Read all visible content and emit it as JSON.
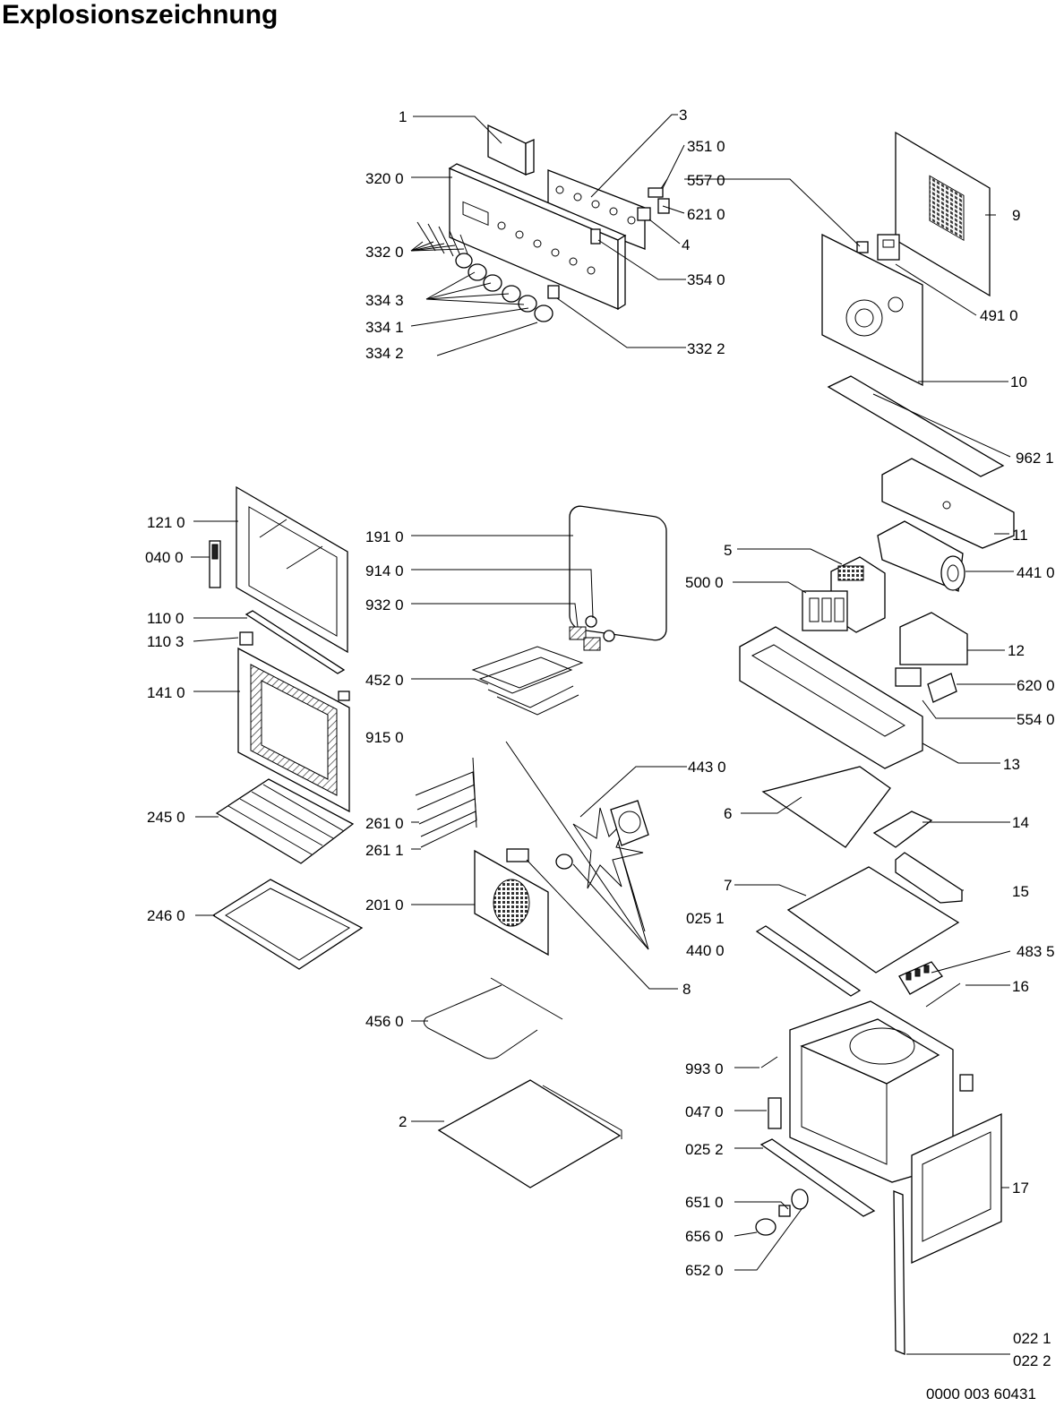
{
  "title": "Explosionszeichnung",
  "document_number": "0000 003 60431",
  "labels": {
    "l1": "1",
    "l3": "3",
    "l3510": "351 0",
    "l3200": "320 0",
    "l5570": "557 0",
    "l6210": "621 0",
    "l9": "9",
    "l4": "4",
    "l3320": "332 0",
    "l3540": "354 0",
    "l3343": "334 3",
    "l3341": "334 1",
    "l4910": "491 0",
    "l3342": "334 2",
    "l3322": "332 2",
    "l10": "10",
    "l9621": "962 1",
    "l1210": "121 0",
    "l1910": "191 0",
    "l11": "11",
    "l0400": "040 0",
    "l5": "5",
    "l9140": "914 0",
    "l4410": "441 0",
    "l5000": "500 0",
    "l9320": "932 0",
    "l1100": "110 0",
    "l1103": "110 3",
    "l12": "12",
    "l1410": "141 0",
    "l4520": "452 0",
    "l6200": "620 0",
    "l5540": "554 0",
    "l9150": "915 0",
    "l13": "13",
    "l4430": "443 0",
    "l2450": "245 0",
    "l6": "6",
    "l2610": "261 0",
    "l14": "14",
    "l2611": "261 1",
    "l7": "7",
    "l15": "15",
    "l2460": "246 0",
    "l2010": "201 0",
    "l0251": "025 1",
    "l4400": "440 0",
    "l4835": "483 5",
    "l8": "8",
    "l16": "16",
    "l4560": "456 0",
    "l9930": "993 0",
    "l0470": "047 0",
    "l2": "2",
    "l0252": "025 2",
    "l17": "17",
    "l6510": "651 0",
    "l6560": "656 0",
    "l6520": "652 0",
    "l0221": "022 1",
    "l0222": "022 2"
  }
}
